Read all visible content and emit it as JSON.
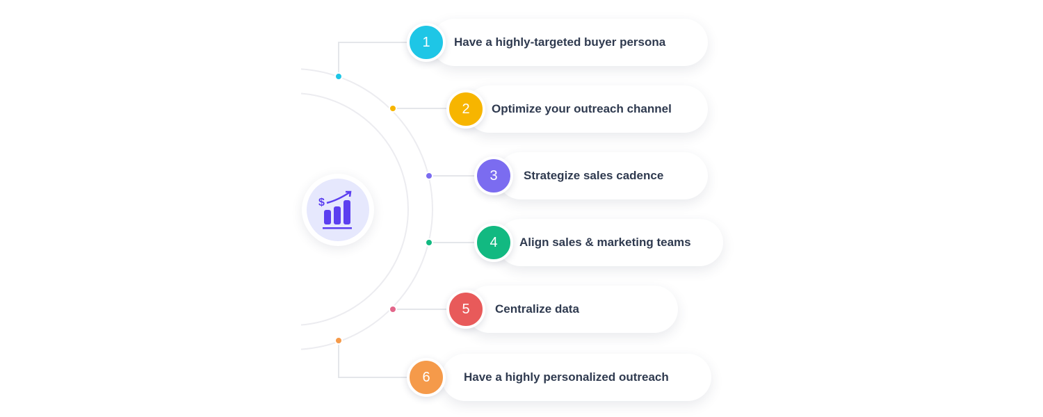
{
  "center_icon": "revenue-growth-chart-icon",
  "steps": [
    {
      "number": "1",
      "label": "Have a highly-targeted buyer persona",
      "color": "#1ec6e6",
      "dot_color": "#1ec6e6"
    },
    {
      "number": "2",
      "label": "Optimize your outreach channel",
      "color": "#f7b500",
      "dot_color": "#f7b500"
    },
    {
      "number": "3",
      "label": "Strategize sales cadence",
      "color": "#7b6cf0",
      "dot_color": "#7b6cf0"
    },
    {
      "number": "4",
      "label": "Align sales & marketing teams",
      "color": "#12b981",
      "dot_color": "#12b981"
    },
    {
      "number": "5",
      "label": "Centralize data",
      "color": "#e85a5a",
      "dot_color": "#e2668a"
    },
    {
      "number": "6",
      "label": "Have a highly personalized outreach",
      "color": "#f59a4a",
      "dot_color": "#f59a4a"
    }
  ]
}
